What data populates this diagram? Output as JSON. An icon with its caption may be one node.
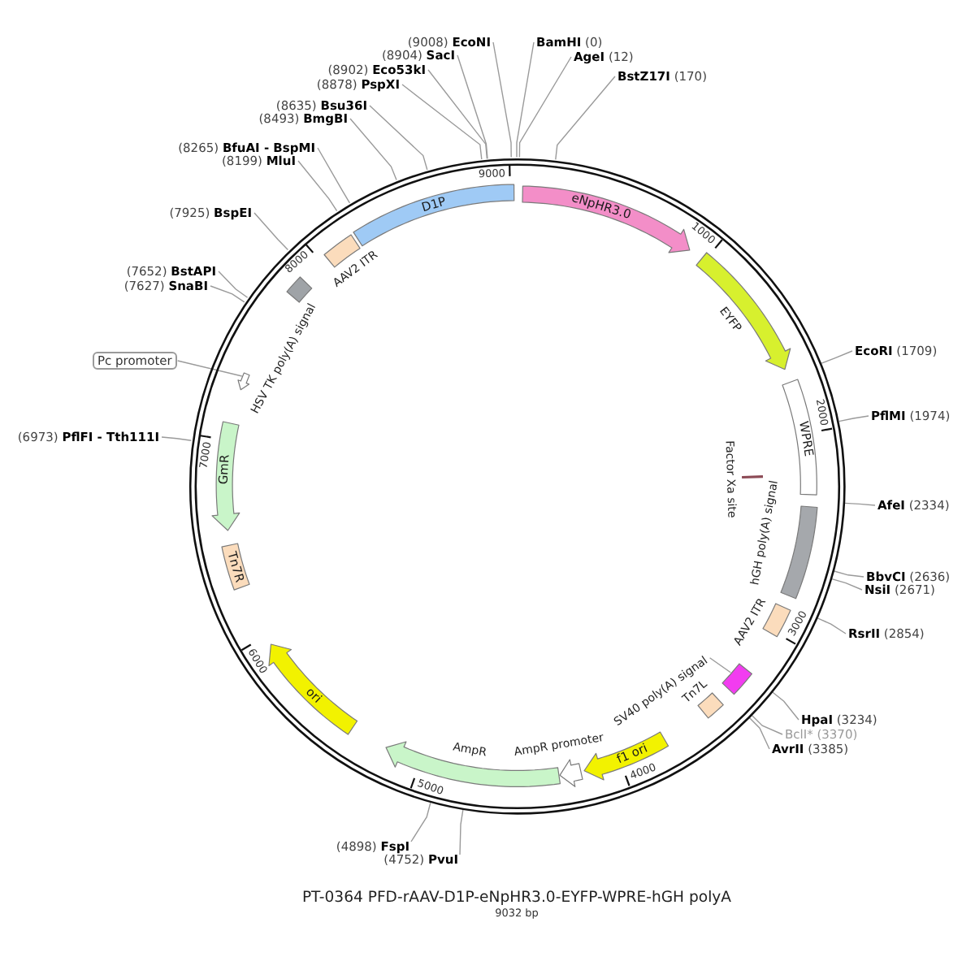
{
  "diagram": {
    "title": "PT-0364 PFD-rAAV-D1P-eNpHR3.0-EYFP-WPRE-hGH polyA",
    "caption": "9032 bp",
    "nodes": [
      {
        "text": [],
        "shape": "circle"
      },
      {
        "text": [
          "(9008) **EcoNI**"
        ]
      },
      {
        "text": [
          "**BamHI** (0)"
        ]
      },
      {
        "text": [
          "(8904) **SacI**"
        ]
      },
      {
        "text": [
          "**AgeI** (12)"
        ]
      },
      {
        "text": [
          "(8902) **Eco53kI**"
        ]
      },
      {
        "text": [
          "**BstZ17I** (170)"
        ]
      },
      {
        "text": [
          "(8878) **PspXI**"
        ]
      },
      {
        "text": [
          "(8635) **Bsu36I**"
        ]
      },
      {
        "text": [
          "(8493) **BmgBI**"
        ]
      },
      {
        "text": [
          "(8265) **BfuAI - BspMI**"
        ]
      },
      {
        "text": [
          "(8199) **MluI**"
        ]
      },
      {
        "text": [
          "(7925) **BspEI**"
        ]
      },
      {
        "text": [
          "(7652) **BstAPI**"
        ]
      },
      {
        "text": [
          "(7627) **SnaBI**"
        ]
      },
      {
        "text": [
          "Pc promoter"
        ]
      },
      {
        "text": [
          "(6973) **PflFI - Tth111I**"
        ]
      },
      {
        "text": [
          "**EcoRI** (1709)"
        ]
      },
      {
        "text": [
          "**PflMI** (1974)"
        ]
      },
      {
        "text": [
          "**AfeI** (2334)"
        ]
      },
      {
        "text": [
          "**BbvCI** (2636)"
        ]
      },
      {
        "text": [
          "**NsiI** (2671)"
        ]
      },
      {
        "text": [
          "**RsrII** (2854)"
        ]
      },
      {
        "text": [
          "**HpaI** (3234)"
        ]
      },
      {
        "text": [
          "BclI* (3370)"
        ]
      },
      {
        "text": [
          "**AvrII** (3385)"
        ]
      },
      {
        "text": [
          "(4898) **FspI**"
        ]
      },
      {
        "text": [
          "(4752) **PvuI**"
        ]
      },
      {
        "text": [
          "D1P"
        ],
        "in": 0
      },
      {
        "text": [],
        "shape": "box",
        "beside": [
          "AAV2 ITR"
        ],
        "in": 0
      },
      {
        "text": [],
        "shape": "box",
        "beside": [
          "HSV TK poly(A) signal"
        ],
        "in": 0
      },
      {
        "text": [],
        "shape": "arrow",
        "in": 0
      },
      {
        "text": [
          "eNpHR3.0"
        ],
        "in": 0
      },
      {
        "text": [],
        "shape": "arrow",
        "beside": [
          "EYFP"
        ],
        "in": 0
      },
      {
        "text": [
          "GmR"
        ],
        "in": 0
      },
      {
        "text": [
          "WPRE"
        ],
        "in": 0
      },
      {
        "text": [],
        "shape": "bar",
        "beside": [
          "Factor Xa site"
        ],
        "in": 0
      },
      {
        "text": [],
        "shape": "box",
        "beside": [
          "hGH poly(A) signal"
        ],
        "in": 0
      },
      {
        "text": [
          "Tn7R"
        ],
        "in": 0
      },
      {
        "text": [],
        "shape": "box",
        "beside": [
          "AAV2 ITR"
        ],
        "in": 0
      },
      {
        "text": [
          "SV40 poly(A) signal"
        ],
        "in": 0
      },
      {
        "text": [],
        "shape": "box",
        "in": 0
      },
      {
        "text": [],
        "shape": "box",
        "beside": [
          "Tn7L"
        ],
        "in": 0
      },
      {
        "text": [
          "ori"
        ],
        "in": 0
      },
      {
        "text": [
          "f1 ori"
        ],
        "in": 0
      },
      {
        "text": [],
        "shape": "arrow",
        "beside": [
          "AmpR promoter"
        ],
        "in": 0
      },
      {
        "text": [],
        "shape": "arrow",
        "beside": [
          "AmpR"
        ],
        "in": 0
      }
    ],
    "edges": [
      {
        "from": 1,
        "to": 0,
        "arrow": "none"
      },
      {
        "from": 2,
        "to": 0,
        "arrow": "none"
      },
      {
        "from": 3,
        "to": 0,
        "arrow": "none"
      },
      {
        "from": 4,
        "to": 0,
        "arrow": "none"
      },
      {
        "from": 5,
        "to": 0,
        "arrow": "none"
      },
      {
        "from": 6,
        "to": 0,
        "arrow": "none"
      },
      {
        "from": 7,
        "to": 0,
        "arrow": "none"
      },
      {
        "from": 8,
        "to": 0,
        "arrow": "none"
      },
      {
        "from": 9,
        "to": 0,
        "arrow": "none"
      },
      {
        "from": 10,
        "to": 0,
        "arrow": "none"
      },
      {
        "from": 11,
        "to": 0,
        "arrow": "none"
      },
      {
        "from": 12,
        "to": 0,
        "arrow": "none"
      },
      {
        "from": 13,
        "to": 0,
        "arrow": "none"
      },
      {
        "from": 14,
        "to": 0,
        "arrow": "none"
      },
      {
        "from": 16,
        "to": 0,
        "arrow": "none"
      },
      {
        "from": 17,
        "to": 0,
        "arrow": "none"
      },
      {
        "from": 18,
        "to": 0,
        "arrow": "none"
      },
      {
        "from": 19,
        "to": 0,
        "arrow": "none"
      },
      {
        "from": 20,
        "to": 0,
        "arrow": "none"
      },
      {
        "from": 21,
        "to": 0,
        "arrow": "none"
      },
      {
        "from": 22,
        "to": 0,
        "arrow": "none"
      },
      {
        "from": 23,
        "to": 0,
        "arrow": "none"
      },
      {
        "from": 24,
        "to": 0,
        "arrow": "none"
      },
      {
        "from": 25,
        "to": 0,
        "arrow": "none"
      },
      {
        "from": 26,
        "to": 0,
        "arrow": "none"
      },
      {
        "from": 27,
        "to": 0,
        "arrow": "none"
      },
      {
        "from": 15,
        "to": 31,
        "arrow": "none"
      },
      {
        "from": 40,
        "to": 41,
        "arrow": "none"
      }
    ],
    "labels": [
      "9000",
      "1000",
      "8000",
      "2000",
      "7000",
      "3000",
      "6000",
      "4000",
      "5000"
    ]
  }
}
